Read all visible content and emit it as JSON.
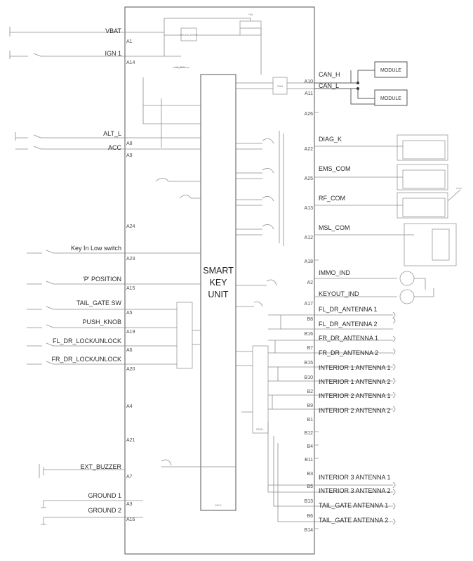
{
  "unit": {
    "line1": "SMART",
    "line2": "KEY",
    "line3": "UNIT"
  },
  "left_signals": [
    {
      "label": "VBAT",
      "pin": "A1"
    },
    {
      "label": "IGN 1",
      "pin": "A14"
    },
    {
      "label": "ALT_L",
      "pin": "A8"
    },
    {
      "label": "ACC",
      "pin": "A9"
    },
    {
      "label": "",
      "pin": "A24"
    },
    {
      "label": "Key In Low switch",
      "pin": "A23"
    },
    {
      "label": "'P' POSITION",
      "pin": "A15"
    },
    {
      "label": "TAIL_GATE SW",
      "pin": "A5"
    },
    {
      "label": "PUSH_KNOB",
      "pin": "A19"
    },
    {
      "label": "FL_DR_LOCK/UNLOCK",
      "pin": "A6"
    },
    {
      "label": "FR_DR_LOCK/UNLOCK",
      "pin": "A20"
    },
    {
      "label": "",
      "pin": "A4"
    },
    {
      "label": "",
      "pin": "A21"
    },
    {
      "label": "EXT_BUZZER",
      "pin": "A7"
    },
    {
      "label": "GROUND 1",
      "pin": "A3"
    },
    {
      "label": "GROUND 2",
      "pin": "A16"
    }
  ],
  "right_signals": [
    {
      "label": "CAN_H",
      "pin": "A10"
    },
    {
      "label": "CAN_L",
      "pin": "A11"
    },
    {
      "label": "",
      "pin": "A26"
    },
    {
      "label": "DIAG_K",
      "pin": "A22"
    },
    {
      "label": "EMS_COM",
      "pin": "A25"
    },
    {
      "label": "RF_COM",
      "pin": "A13"
    },
    {
      "label": "MSL_COM",
      "pin": "A12"
    },
    {
      "label": "",
      "pin": "A18"
    },
    {
      "label": "IMMO_IND",
      "pin": "A2"
    },
    {
      "label": "KEYOUT_IND",
      "pin": "A17"
    },
    {
      "label": "FL_DR_ANTENNA 1",
      "pin": "B8"
    },
    {
      "label": "FL_DR_ANTENNA 2",
      "pin": "B16"
    },
    {
      "label": "FR_DR_ANTENNA 1",
      "pin": "B7"
    },
    {
      "label": "FR_DR_ANTENNA 2",
      "pin": "B15"
    },
    {
      "label": "INTERIOR 1 ANTENNA 1",
      "pin": "B10"
    },
    {
      "label": "INTERIOR 1 ANTENNA 2",
      "pin": "B2"
    },
    {
      "label": "INTERIOR 2 ANTENNA 1",
      "pin": "B9"
    },
    {
      "label": "INTERIOR 2 ANTENNA 2",
      "pin": "B1"
    },
    {
      "label": "",
      "pin": "B12"
    },
    {
      "label": "",
      "pin": "B4"
    },
    {
      "label": "",
      "pin": "B11"
    },
    {
      "label": "INTERIOR 3 ANTENNA 1",
      "pin": "B3"
    },
    {
      "label": "INTERIOR 3 ANTENNA 2",
      "pin": "B5"
    },
    {
      "label": "TAIL_GATE ANTENNA 1",
      "pin": "B13"
    },
    {
      "label": "TAIL_GATE ANTENNA 2",
      "pin": "B6"
    },
    {
      "label": "",
      "pin": "B14"
    }
  ],
  "modules": {
    "module1": "MODULE",
    "module2": "MODULE"
  },
  "small_text": {
    "vbat_reg": "+5V",
    "reg_box": "REGULATOR",
    "can_box": "CAN",
    "mcu": "MCU",
    "antenna_ic": "ATA5...",
    "ign_tap": "IG_SIG"
  }
}
